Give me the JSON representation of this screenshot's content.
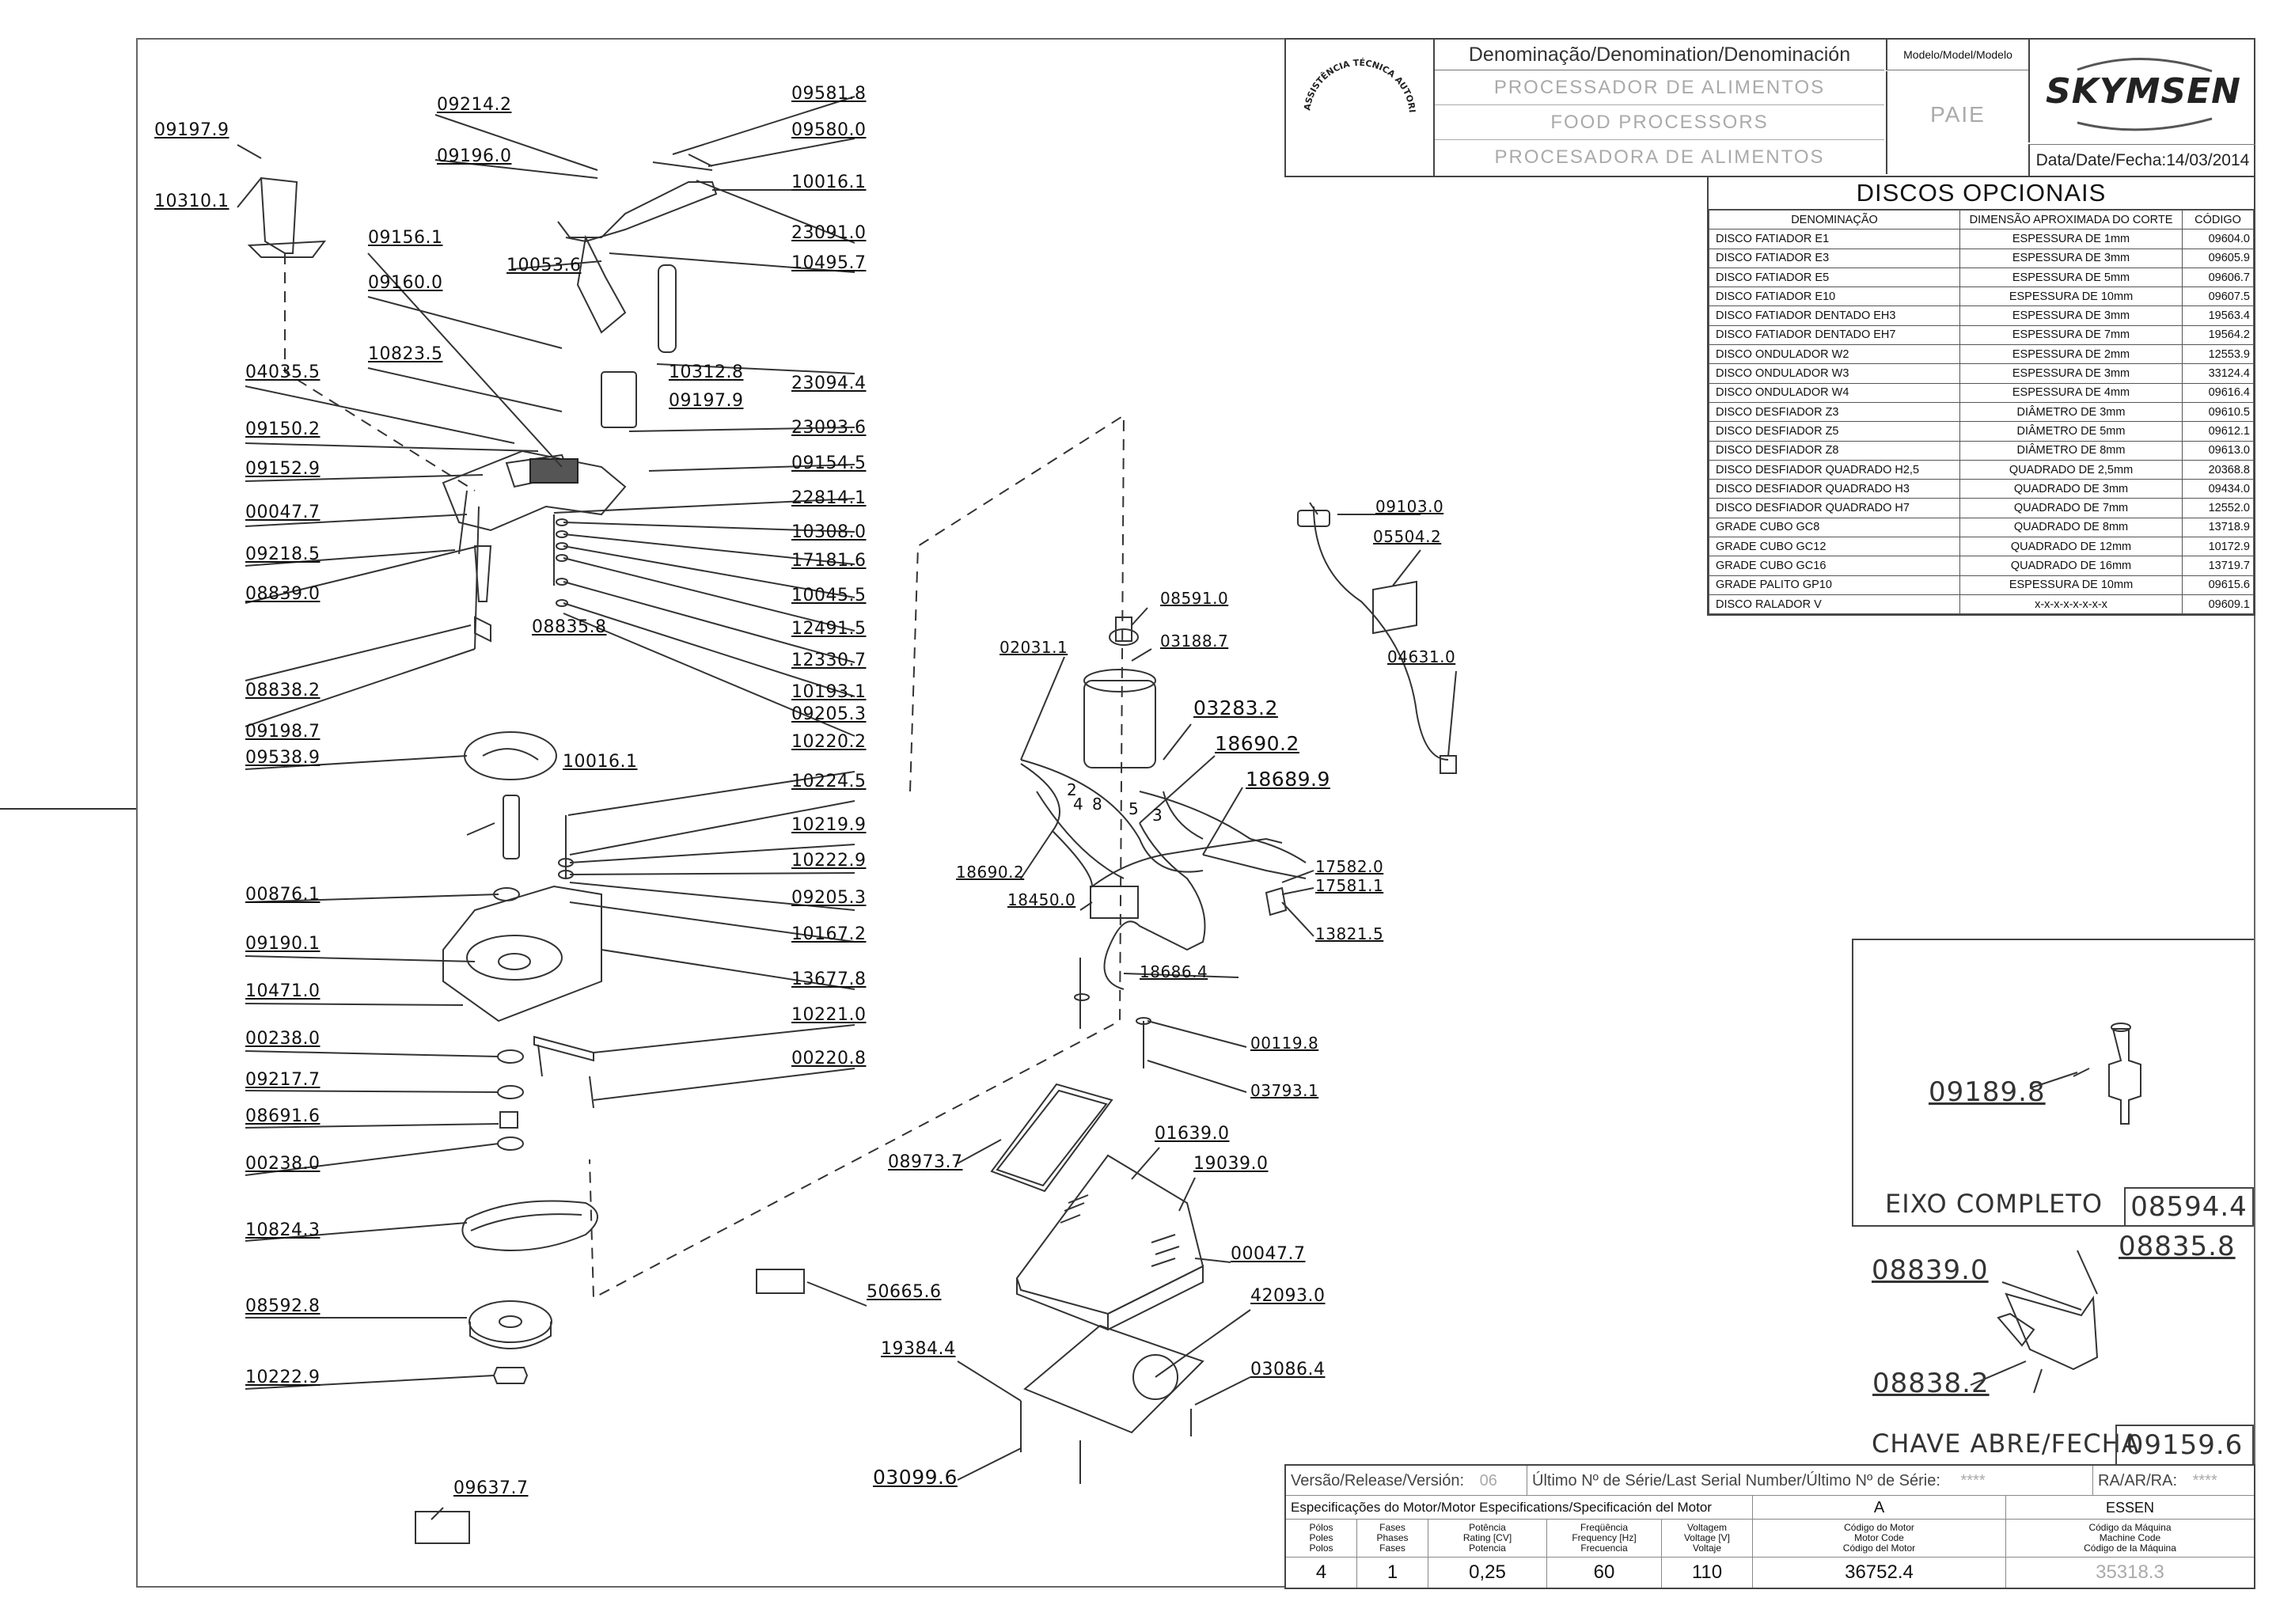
{
  "title_block": {
    "seal_text": "ASSISTÊNCIA TÉCNICA AUTORIZADA",
    "denomination_header": "Denominação/Denomination/Denominación",
    "denominations": [
      "PROCESSADOR DE ALIMENTOS",
      "FOOD PROCESSORS",
      "PROCESADORA DE ALIMENTOS"
    ],
    "model_header": "Modelo/Model/Modelo",
    "model": "PAIE",
    "brand": "SKYMSEN",
    "date_label": "Data/Date/Fecha:",
    "date": "14/03/2014"
  },
  "discos": {
    "title": "DISCOS OPCIONAIS",
    "headers": [
      "DENOMINAÇÃO",
      "DIMENSÃO APROXIMADA DO CORTE",
      "CÓDIGO"
    ],
    "rows": [
      [
        "DISCO FATIADOR E1",
        "ESPESSURA DE 1mm",
        "09604.0"
      ],
      [
        "DISCO FATIADOR E3",
        "ESPESSURA DE 3mm",
        "09605.9"
      ],
      [
        "DISCO FATIADOR E5",
        "ESPESSURA DE 5mm",
        "09606.7"
      ],
      [
        "DISCO FATIADOR E10",
        "ESPESSURA DE 10mm",
        "09607.5"
      ],
      [
        "DISCO FATIADOR DENTADO EH3",
        "ESPESSURA DE 3mm",
        "19563.4"
      ],
      [
        "DISCO FATIADOR DENTADO EH7",
        "ESPESSURA DE 7mm",
        "19564.2"
      ],
      [
        "DISCO ONDULADOR W2",
        "ESPESSURA DE 2mm",
        "12553.9"
      ],
      [
        "DISCO ONDULADOR W3",
        "ESPESSURA DE 3mm",
        "33124.4"
      ],
      [
        "DISCO ONDULADOR W4",
        "ESPESSURA DE 4mm",
        "09616.4"
      ],
      [
        "DISCO DESFIADOR Z3",
        "DIÂMETRO DE 3mm",
        "09610.5"
      ],
      [
        "DISCO DESFIADOR Z5",
        "DIÂMETRO DE 5mm",
        "09612.1"
      ],
      [
        "DISCO DESFIADOR Z8",
        "DIÂMETRO DE 8mm",
        "09613.0"
      ],
      [
        "DISCO DESFIADOR QUADRADO H2,5",
        "QUADRADO DE 2,5mm",
        "20368.8"
      ],
      [
        "DISCO DESFIADOR QUADRADO H3",
        "QUADRADO DE 3mm",
        "09434.0"
      ],
      [
        "DISCO DESFIADOR QUADRADO H7",
        "QUADRADO DE 7mm",
        "12552.0"
      ],
      [
        "GRADE CUBO GC8",
        "QUADRADO DE 8mm",
        "13718.9"
      ],
      [
        "GRADE CUBO GC12",
        "QUADRADO DE 12mm",
        "10172.9"
      ],
      [
        "GRADE CUBO GC16",
        "QUADRADO DE 16mm",
        "13719.7"
      ],
      [
        "GRADE PALITO GP10",
        "ESPESSURA DE 10mm",
        "09615.6"
      ],
      [
        "DISCO RALADOR V",
        "x-x-x-x-x-x-x-x",
        "09609.1"
      ]
    ]
  },
  "part_labels": {
    "left": [
      "09197.9",
      "10310.1",
      "09214.2",
      "09196.0",
      "09581.8",
      "09580.0",
      "10016.1",
      "23091.0",
      "10495.7",
      "10053.6",
      "09156.1",
      "09160.0",
      "10823.5",
      "04035.5",
      "09150.2",
      "09152.9",
      "00047.7",
      "09218.5",
      "08839.0",
      "08838.2",
      "09198.7",
      "08835.8",
      "10312.8",
      "09197.9",
      "23094.4",
      "23093.6",
      "09154.5",
      "22814.1",
      "10308.0",
      "17181.6",
      "10045.5",
      "12491.5",
      "12330.7",
      "10193.1",
      "09205.3",
      "09538.9",
      "10016.1",
      "10220.2",
      "10224.5",
      "10219.9",
      "10222.9",
      "00876.1",
      "09205.3",
      "10167.2",
      "09190.1",
      "13677.8",
      "10471.0",
      "10221.0",
      "00238.0",
      "00220.8",
      "09217.7",
      "08691.6",
      "00238.0",
      "10824.3",
      "08592.8",
      "10222.9",
      "09637.7",
      "50665.6"
    ],
    "motor": [
      "09103.0",
      "05504.2",
      "08591.0",
      "02031.1",
      "03188.7",
      "04631.0",
      "03283.2",
      "18690.2",
      "18689.9",
      "18690.2",
      "17582.0",
      "17581.1",
      "18450.0",
      "13821.5",
      "18686.4",
      "00119.8",
      "03793.1"
    ],
    "cabinet": [
      "08973.7",
      "01639.0",
      "19039.0",
      "00047.7",
      "42093.0",
      "19384.4",
      "03086.4",
      "03099.6"
    ],
    "wire_numbers": [
      "2",
      "4",
      "8",
      "5",
      "3"
    ]
  },
  "side": {
    "eixo_part": "09189.8",
    "eixo_label": "EIXO COMPLETO",
    "eixo_code": "08594.4",
    "chave_parts": [
      "08839.0",
      "08835.8",
      "08838.2"
    ],
    "chave_label": "CHAVE ABRE/FECHA",
    "chave_code": "09159.6"
  },
  "spec": {
    "release_label": "Versão/Release/Versión:",
    "release": "06",
    "serial_label": "Último Nº de Série/Last Serial Number/Último Nº de Série:",
    "serial": "****",
    "ra_label": "RA/AR/RA:",
    "ra": "****",
    "motor_spec_label": "Especificações do Motor/Motor Especifications/Specificación del Motor",
    "col_a": "A",
    "col_essen": "ESSEN",
    "headers": [
      "Pólos\nPoles\nPolos",
      "Fases\nPhases\nFases",
      "Potência\nRating [CV]\nPotencia",
      "Freqüência\nFrequency [Hz]\nFrecuencia",
      "Voltagem\nVoltage [V]\nVoltaje",
      "Código do Motor\nMotor Code\nCódigo del Motor",
      "Código da Máquina\nMachine Code\nCódigo de la Máquina"
    ],
    "values": [
      "4",
      "1",
      "0,25",
      "60",
      "110",
      "36752.4",
      "35318.3"
    ]
  }
}
